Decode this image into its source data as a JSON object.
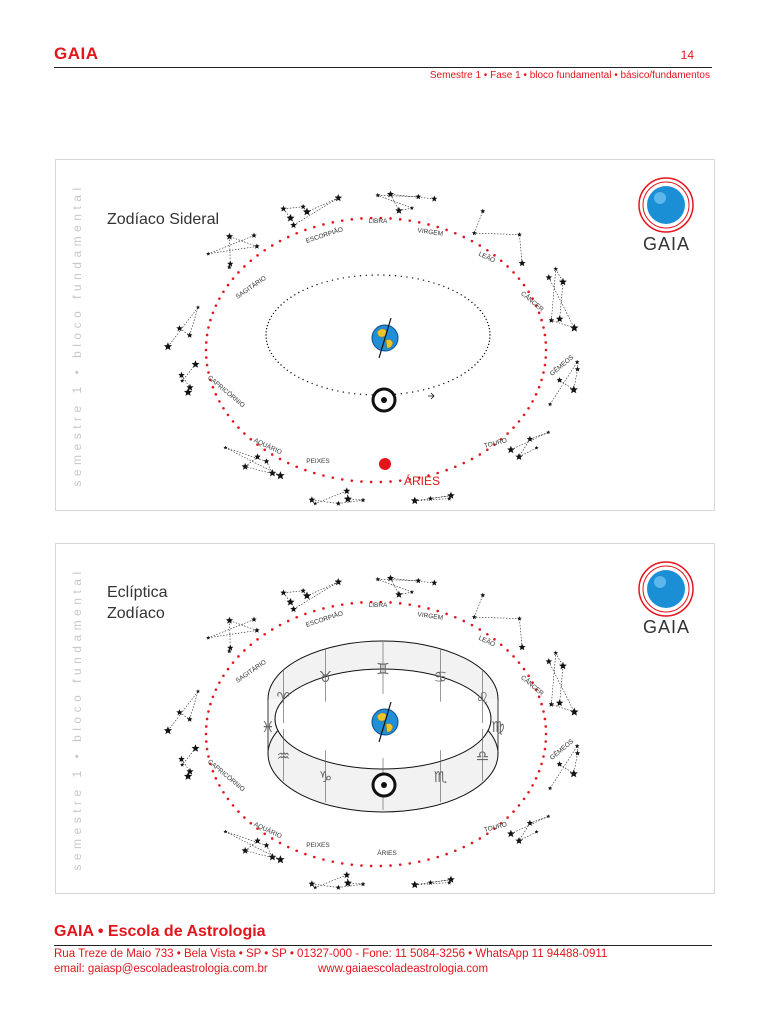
{
  "header": {
    "brand": "GAIA",
    "page_number": "14",
    "subtitle": "Semestre 1 • Fase 1 • bloco fundamental • básico/fundamentos"
  },
  "slide1": {
    "vertical_text": "semestre 1 • bloco fundamental",
    "title": "Zodíaco Sideral",
    "logo_text": "GAIA",
    "highlight_label": "ÁRIES"
  },
  "slide2": {
    "vertical_text": "semestre 1 • bloco fundamental",
    "title_line1": "Eclíptica",
    "title_line2": "Zodíaco",
    "logo_text": "GAIA"
  },
  "constellations": [
    "ESCORPIÃO",
    "LIBRA",
    "VIRGEM",
    "LEÃO",
    "CÂNCER",
    "GÊMEOS",
    "TOURO",
    "ÁRIES",
    "PEIXES",
    "AQUÁRIO",
    "CAPRICÓRNIO",
    "SAGITÁRIO"
  ],
  "footer": {
    "brand": "GAIA • Escola de Astrologia",
    "address": "Rua Treze de Maio 733 • Bela Vista • SP • SP • 01327-000 - Fone: 11 5084-3256 • WhatsApp 11 94488-0911",
    "email": "email: gaiasp@escoladeastrologia.com.br",
    "website": "www.gaiaescoladeastrologia.com"
  },
  "colors": {
    "accent": "#e3141b",
    "dots": "#e3141b",
    "logo_blue": "#1a8fd6"
  }
}
